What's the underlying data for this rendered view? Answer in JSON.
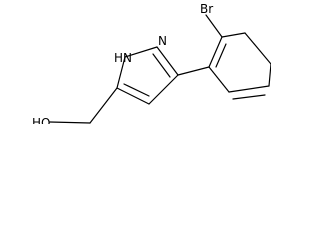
{
  "molecule": {
    "atoms": {
      "bromine": "Br",
      "hydroxyl": "HO",
      "nh": "HN",
      "n": "N"
    },
    "ink_color": "#000000",
    "background_color": "#ffffff"
  }
}
